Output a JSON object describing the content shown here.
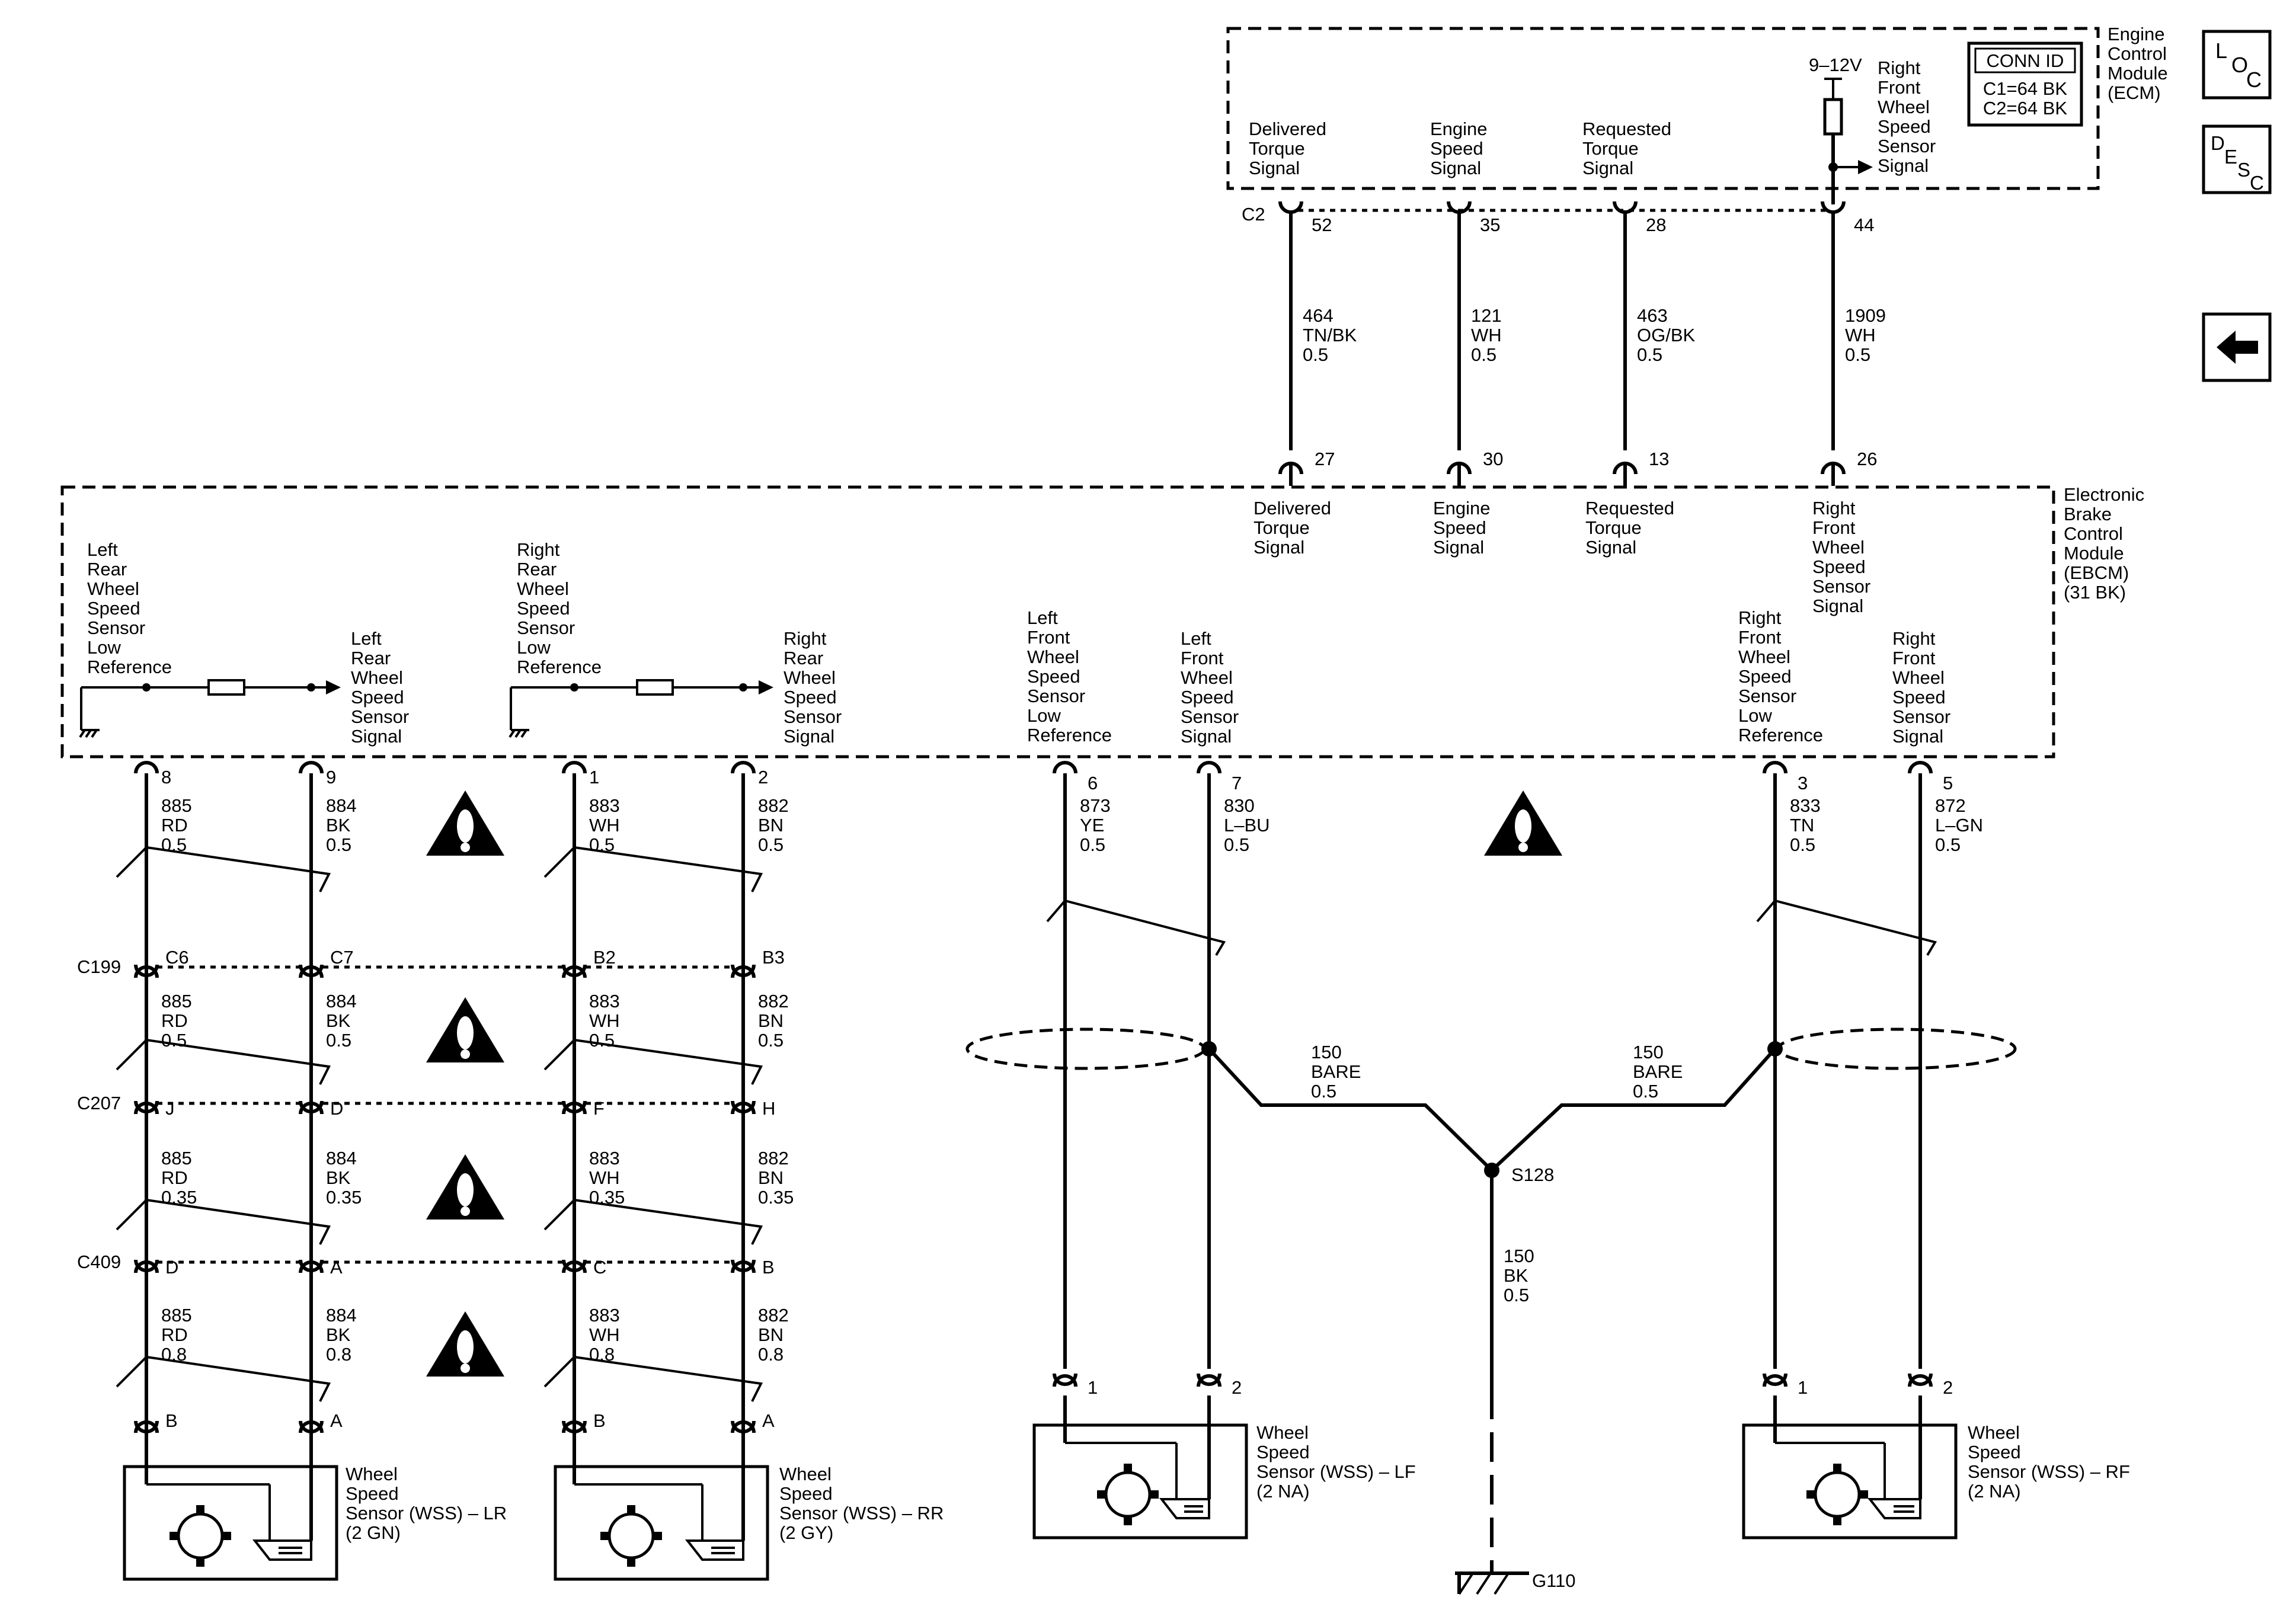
{
  "nav": {
    "loc_letters": [
      "L",
      "O",
      "C"
    ],
    "desc_letters": [
      "D",
      "E",
      "S",
      "C"
    ],
    "back_arrow_icon": "left-arrow-icon"
  },
  "ecm": {
    "title_lines": [
      "Engine",
      "Control",
      "Module",
      "(ECM)"
    ],
    "conn_id": {
      "heading": "CONN ID",
      "rows": [
        "C1=64 BK",
        "C2=64 BK"
      ]
    },
    "connector_label": "C2",
    "voltage": "9–12V",
    "signals": [
      {
        "lines": [
          "Delivered",
          "Torque",
          "Signal"
        ]
      },
      {
        "lines": [
          "Engine",
          "Speed",
          "Signal"
        ]
      },
      {
        "lines": [
          "Requested",
          "Torque",
          "Signal"
        ]
      },
      {
        "lines": [
          "Right",
          "Front",
          "Wheel",
          "Speed",
          "Sensor",
          "Signal"
        ]
      }
    ]
  },
  "ecm_to_ebcm": [
    {
      "ecm_pin": "52",
      "circuit": "464",
      "color": "TN/BK",
      "gauge": "0.5",
      "ebcm_pin": "27"
    },
    {
      "ecm_pin": "35",
      "circuit": "121",
      "color": "WH",
      "gauge": "0.5",
      "ebcm_pin": "30"
    },
    {
      "ecm_pin": "28",
      "circuit": "463",
      "color": "OG/BK",
      "gauge": "0.5",
      "ebcm_pin": "13"
    },
    {
      "ecm_pin": "44",
      "circuit": "1909",
      "color": "WH",
      "gauge": "0.5",
      "ebcm_pin": "26"
    }
  ],
  "ebcm": {
    "title_lines": [
      "Electronic",
      "Brake",
      "Control",
      "Module",
      "(EBCM)",
      "(31 BK)"
    ],
    "top_signals": [
      {
        "lines": [
          "Delivered",
          "Torque",
          "Signal"
        ]
      },
      {
        "lines": [
          "Engine",
          "Speed",
          "Signal"
        ]
      },
      {
        "lines": [
          "Requested",
          "Torque",
          "Signal"
        ]
      },
      {
        "lines": [
          "Right",
          "Front",
          "Wheel",
          "Speed",
          "Sensor",
          "Signal"
        ]
      }
    ],
    "lr_low_ref": [
      "Left",
      "Rear",
      "Wheel",
      "Speed",
      "Sensor",
      "Low",
      "Reference"
    ],
    "lr_signal": [
      "Left",
      "Rear",
      "Wheel",
      "Speed",
      "Sensor",
      "Signal"
    ],
    "rr_low_ref": [
      "Right",
      "Rear",
      "Wheel",
      "Speed",
      "Sensor",
      "Low",
      "Reference"
    ],
    "rr_signal": [
      "Right",
      "Rear",
      "Wheel",
      "Speed",
      "Sensor",
      "Signal"
    ],
    "lf_low_ref": [
      "Left",
      "Front",
      "Wheel",
      "Speed",
      "Sensor",
      "Low",
      "Reference"
    ],
    "lf_signal": [
      "Left",
      "Front",
      "Wheel",
      "Speed",
      "Sensor",
      "Signal"
    ],
    "rf_low_ref": [
      "Right",
      "Front",
      "Wheel",
      "Speed",
      "Sensor",
      "Low",
      "Reference"
    ],
    "rf_signal": [
      "Right",
      "Front",
      "Wheel",
      "Speed",
      "Sensor",
      "Signal"
    ]
  },
  "rear_wires": [
    {
      "ebcm_pin": "8",
      "circuit": "885",
      "color": "RD",
      "seg": [
        [
          "885",
          "RD",
          "0.5"
        ],
        [
          "885",
          "RD",
          "0.5"
        ],
        [
          "885",
          "RD",
          "0.35"
        ],
        [
          "885",
          "RD",
          "0.8"
        ]
      ],
      "pins": [
        "C6",
        "J",
        "D",
        "B"
      ]
    },
    {
      "ebcm_pin": "9",
      "circuit": "884",
      "color": "BK",
      "seg": [
        [
          "884",
          "BK",
          "0.5"
        ],
        [
          "884",
          "BK",
          "0.5"
        ],
        [
          "884",
          "BK",
          "0.35"
        ],
        [
          "884",
          "BK",
          "0.8"
        ]
      ],
      "pins": [
        "C7",
        "D",
        "A",
        "A"
      ]
    },
    {
      "ebcm_pin": "1",
      "circuit": "883",
      "color": "WH",
      "seg": [
        [
          "883",
          "WH",
          "0.5"
        ],
        [
          "883",
          "WH",
          "0.5"
        ],
        [
          "883",
          "WH",
          "0.35"
        ],
        [
          "883",
          "WH",
          "0.8"
        ]
      ],
      "pins": [
        "B2",
        "F",
        "C",
        "B"
      ]
    },
    {
      "ebcm_pin": "2",
      "circuit": "882",
      "color": "BN",
      "seg": [
        [
          "882",
          "BN",
          "0.5"
        ],
        [
          "882",
          "BN",
          "0.5"
        ],
        [
          "882",
          "BN",
          "0.35"
        ],
        [
          "882",
          "BN",
          "0.8"
        ]
      ],
      "pins": [
        "B3",
        "H",
        "B",
        "A"
      ]
    }
  ],
  "connectors": [
    "C199",
    "C207",
    "C409"
  ],
  "front_wires": [
    {
      "ebcm_pin": "6",
      "circuit": "873",
      "color": "YE",
      "gauge": "0.5",
      "sensor_pin": "1"
    },
    {
      "ebcm_pin": "7",
      "circuit": "830",
      "color": "L–BU",
      "gauge": "0.5",
      "sensor_pin": "2"
    },
    {
      "ebcm_pin": "3",
      "circuit": "833",
      "color": "TN",
      "gauge": "0.5",
      "sensor_pin": "1"
    },
    {
      "ebcm_pin": "5",
      "circuit": "872",
      "color": "L–GN",
      "gauge": "0.5",
      "sensor_pin": "2"
    }
  ],
  "drain": {
    "left": [
      "150",
      "BARE",
      "0.5"
    ],
    "right": [
      "150",
      "BARE",
      "0.5"
    ],
    "splice": "S128",
    "ground_wire": [
      "150",
      "BK",
      "0.5"
    ],
    "ground": "G110"
  },
  "sensors": {
    "lr": [
      "Wheel",
      "Speed",
      "Sensor (WSS) – LR",
      "(2 GN)"
    ],
    "rr": [
      "Wheel",
      "Speed",
      "Sensor (WSS) – RR",
      "(2 GY)"
    ],
    "lf": [
      "Wheel",
      "Speed",
      "Sensor (WSS) – LF",
      "(2 NA)"
    ],
    "rf": [
      "Wheel",
      "Speed",
      "Sensor (WSS) – RF",
      "(2 NA)"
    ]
  },
  "icons": {
    "warning": "warning-triangle-icon",
    "ground": "ground-icon",
    "sensor": "wheel-speed-sensor-icon"
  },
  "colors": {
    "ink": "#000000",
    "background": "#ffffff"
  }
}
